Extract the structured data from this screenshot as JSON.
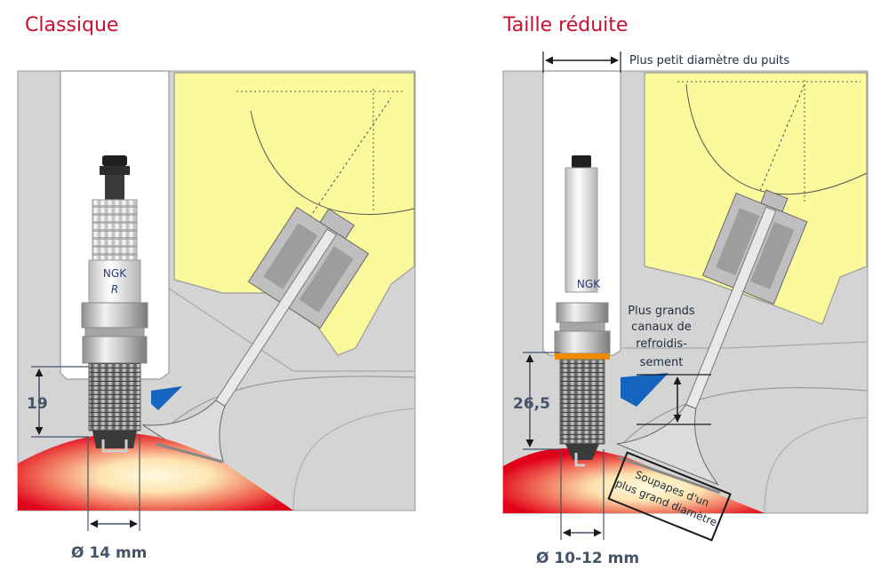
{
  "titles": {
    "left": "Classique",
    "right": "Taille réduite"
  },
  "left_panel": {
    "height_label": "19",
    "diameter_label": "Ø 14 mm",
    "brand_text": "NGK",
    "brand_letter": "R"
  },
  "right_panel": {
    "height_label": "26,5",
    "diameter_label": "Ø 10-12 mm",
    "well_label": "Plus petit diamètre du puits",
    "cooling_label_lines": [
      "Plus grands",
      "canaux de",
      "refroidis-",
      "sement"
    ],
    "valve_label_lines": [
      "Soupapes d'un",
      "plus grand diamètre"
    ],
    "brand_text": "NGK"
  },
  "colors": {
    "title": "#c8102e",
    "head_gray": "#d4d4d4",
    "water_jacket_yellow": "#fcf99d",
    "combustion_red": "#e0001a",
    "coolant_blue": "#1565c0",
    "orange_ring": "#f08a00",
    "dimension": "#44546a"
  }
}
